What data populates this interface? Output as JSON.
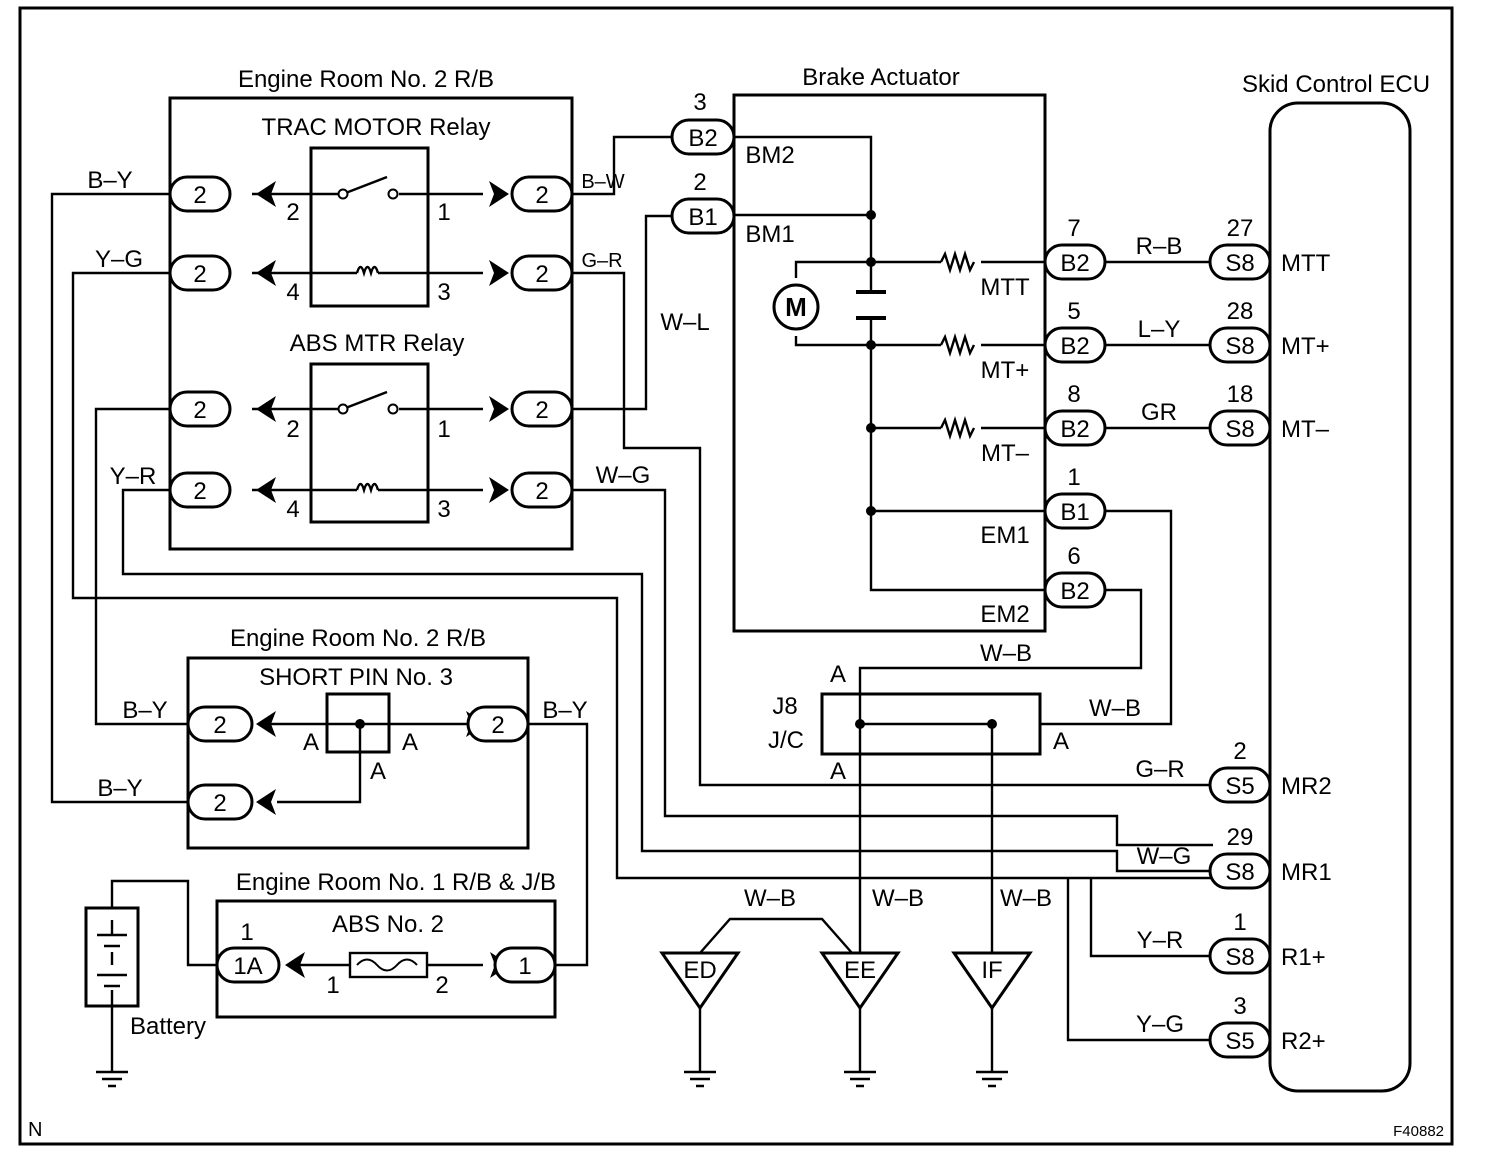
{
  "units": {
    "er2_rb_top": "Engine Room No. 2 R/B",
    "trac_motor_relay": "TRAC MOTOR Relay",
    "abs_mtr_relay": "ABS MTR Relay",
    "brake_actuator": "Brake Actuator",
    "skid_control_ecu": "Skid Control ECU",
    "er2_rb_short": "Engine Room No. 2 R/B",
    "short_pin_3": "SHORT PIN No. 3",
    "er1_rb_jb": "Engine Room No. 1 R/B & J/B",
    "abs_no2": "ABS No. 2",
    "battery": "Battery",
    "junction_id": "J8",
    "junction_type": "J/C"
  },
  "connectors": {
    "relay_side": "2",
    "short_pin": "2",
    "fuse_left": "1A",
    "fuse_right": "1",
    "act_b2_bm2": "B2",
    "act_b1_bm1": "B1",
    "act_b2_mtt": "B2",
    "act_b2_mtp": "B2",
    "act_b2_mtm": "B2",
    "act_b1_em1": "B1",
    "act_b2_em2": "B2",
    "ecu_mtt": "S8",
    "ecu_mtp": "S8",
    "ecu_mtm": "S8",
    "ecu_mr2": "S5",
    "ecu_mr1": "S8",
    "ecu_r1p": "S8",
    "ecu_r2p": "S5"
  },
  "pins": {
    "bm2": "3",
    "bm1": "2",
    "mtt_act": "7",
    "mtp_act": "5",
    "mtm_act": "8",
    "em1_act": "1",
    "em2_act": "6",
    "mtt_ecu": "27",
    "mtp_ecu": "28",
    "mtm_ecu": "18",
    "mr2_ecu": "2",
    "mr1_ecu": "29",
    "r1p_ecu": "1",
    "r2p_ecu": "3",
    "relay_2": "2",
    "relay_1": "1",
    "relay_4": "4",
    "relay_3": "3",
    "fuse_1": "1",
    "fuse_2": "2",
    "fuse_1a_top": "1",
    "short_a": "A",
    "jc_a": "A"
  },
  "terminals": {
    "bm2": "BM2",
    "bm1": "BM1",
    "mtt": "MTT",
    "mtp": "MT+",
    "mtm": "MT–",
    "em1": "EM1",
    "em2": "EM2",
    "ecu_mtt": "MTT",
    "ecu_mtp": "MT+",
    "ecu_mtm": "MT–",
    "ecu_mr2": "MR2",
    "ecu_mr1": "MR1",
    "ecu_r1p": "R1+",
    "ecu_r2p": "R2+"
  },
  "wires": {
    "by": "B–Y",
    "yg": "Y–G",
    "yr": "Y–R",
    "bw": "B–W",
    "gr_dash": "G–R",
    "wl": "W–L",
    "wg": "W–G",
    "rb": "R–B",
    "ly": "L–Y",
    "gr": "GR",
    "wb": "W–B",
    "yg_ecu": "Y–G",
    "yr_ecu": "Y–R",
    "wg_ecu": "W–G",
    "gr_ecu": "G–R"
  },
  "grounds": {
    "ed": "ED",
    "ee": "EE",
    "if": "IF"
  },
  "motor": "M",
  "corner_left": "N",
  "figure_code": "F40882"
}
